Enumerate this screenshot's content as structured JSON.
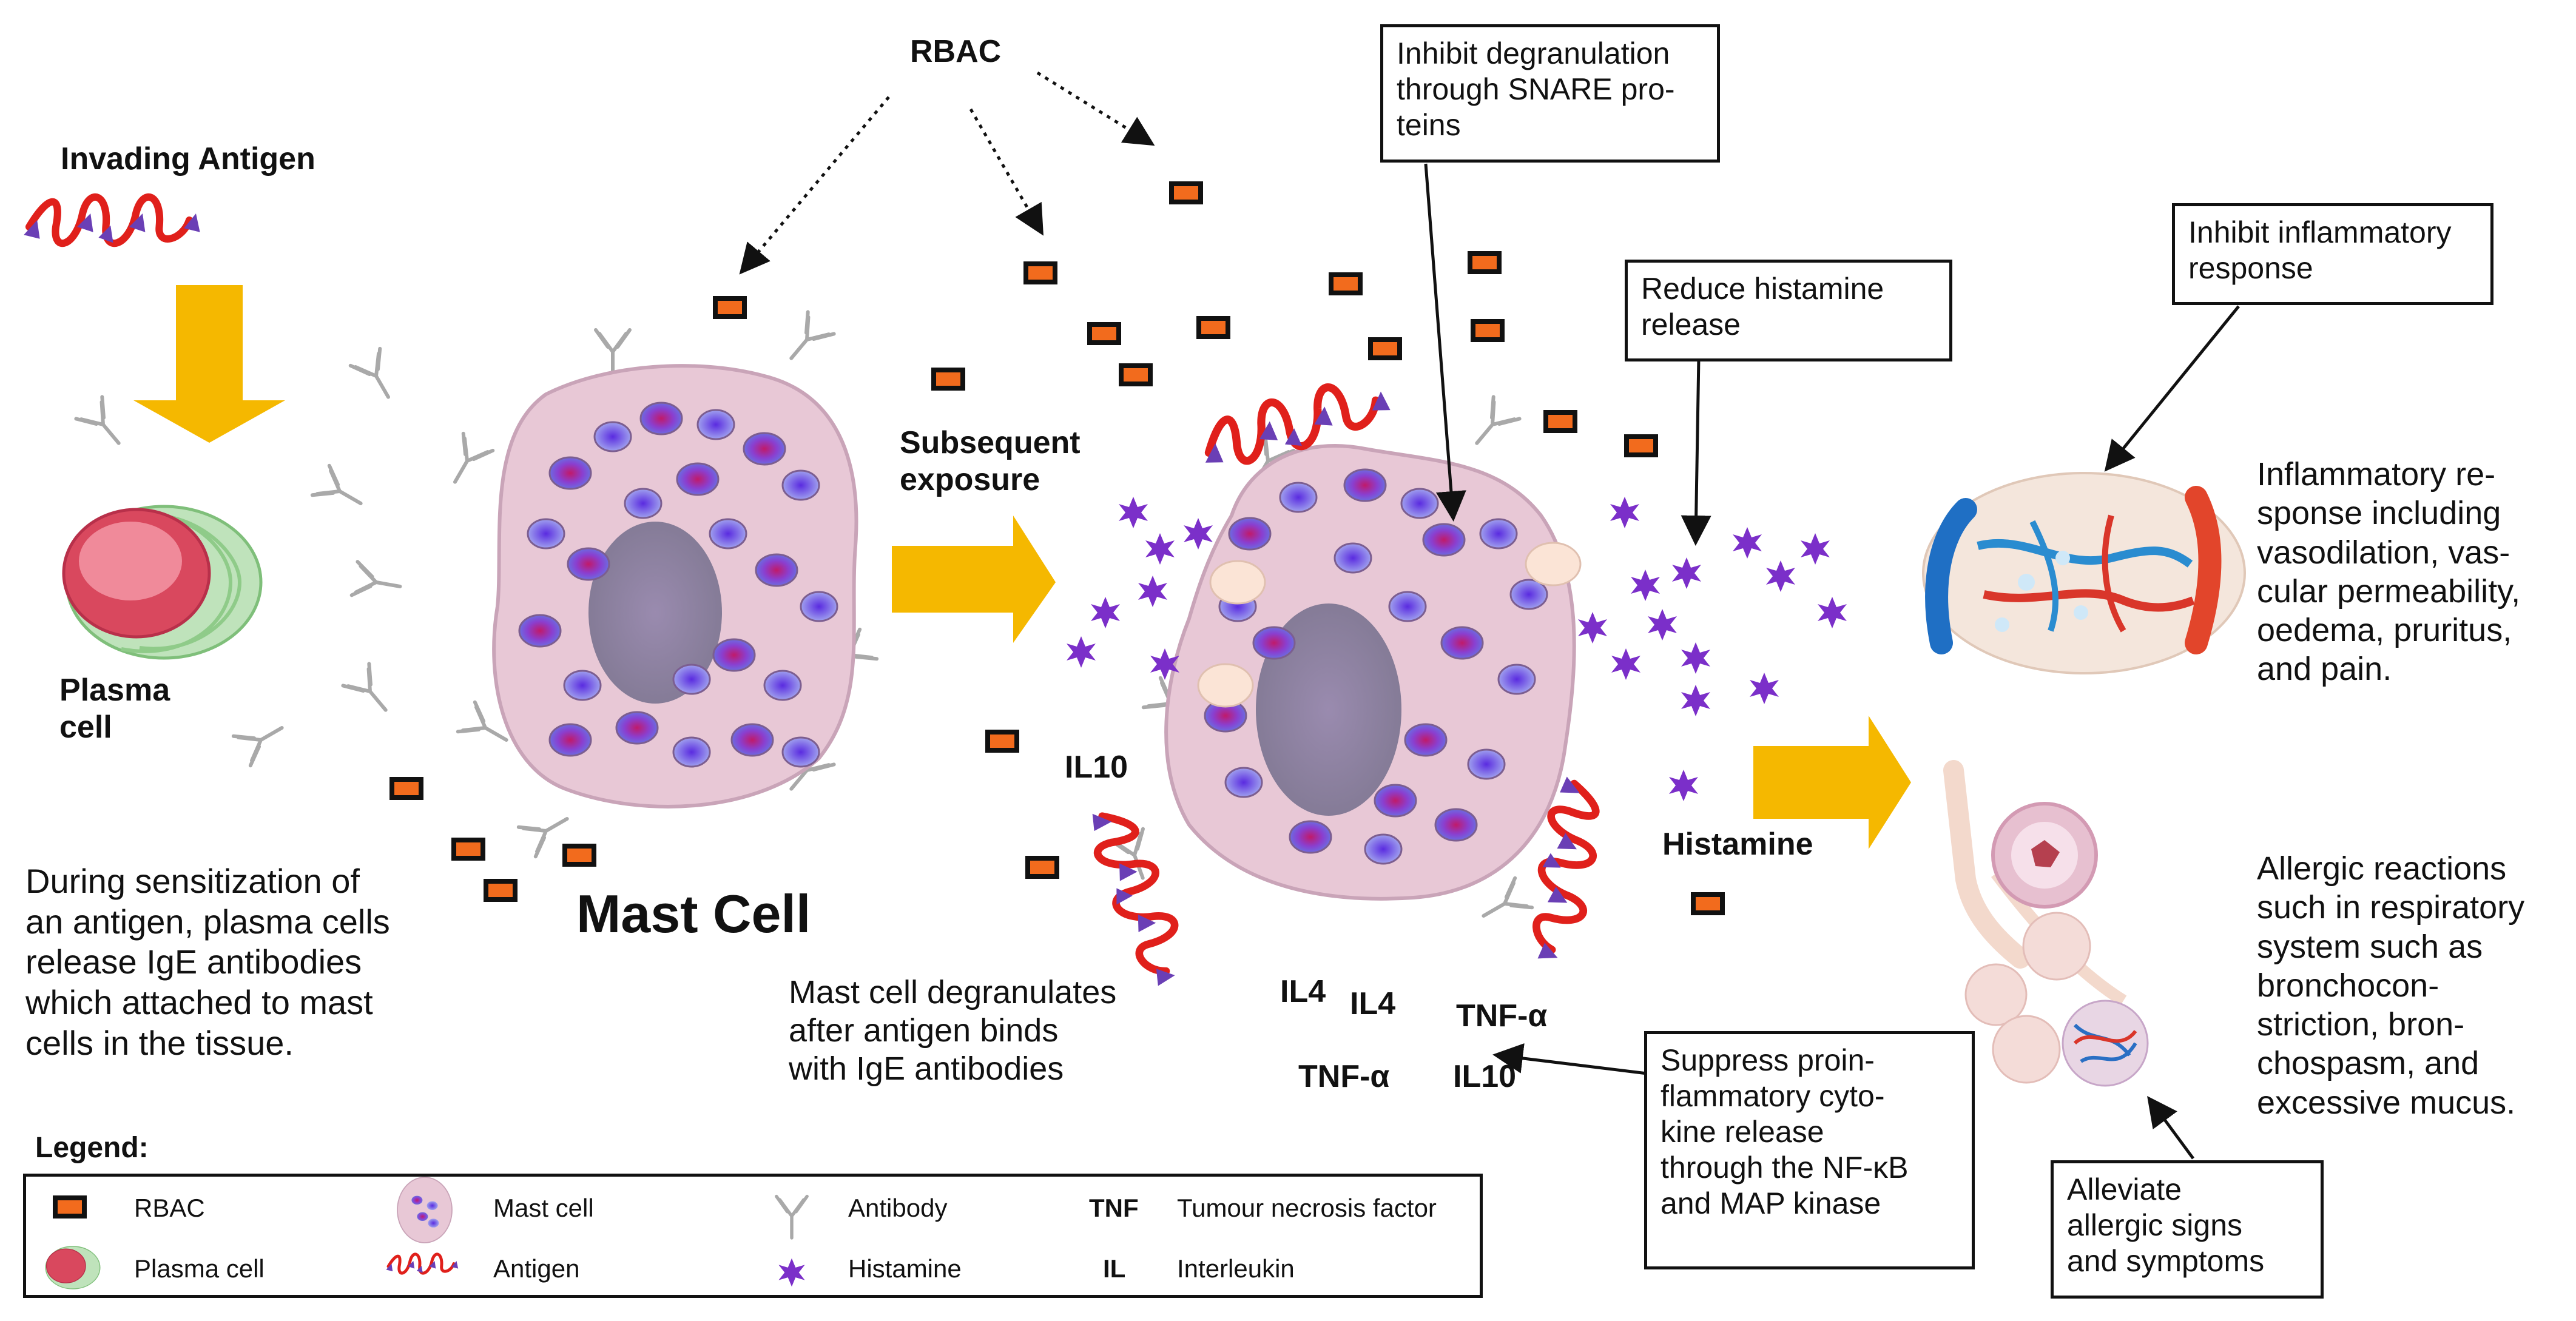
{
  "labels": {
    "rbac": "RBAC",
    "invading_antigen": "Invading Antigen",
    "plasma_cell": "Plasma\ncell",
    "mast_cell": "Mast Cell",
    "subsequent_exposure": "Subsequent\nexposure",
    "il10_left": "IL10",
    "histamine": "Histamine",
    "il4_a": "IL4",
    "il4_b": "IL4",
    "tnf_a_1": "TNF-α",
    "tnf_a_2": "TNF-α",
    "il10_bottom": "IL10"
  },
  "paragraphs": {
    "sensitization": "During sensitization of\nan antigen, plasma cells\nrelease IgE antibodies\nwhich attached to mast\ncells in the tissue.",
    "degranulates": "Mast cell degranulates\nafter antigen binds\nwith IgE antibodies",
    "inflammatory": "Inflammatory re-\nsponse including\nvasodilation, vas-\ncular permeability,\noedema, pruritus,\nand pain.",
    "allergic": "Allergic reactions\nsuch in respiratory\nsystem such as\nbronchocon-\nstriction, bron-\nchospasm, and\nexcessive mucus."
  },
  "boxes": {
    "snare": "Inhibit  degranulation\nthrough SNARE pro-\nteins",
    "histamine_release": "Reduce histamine\nrelease",
    "inflammatory": "Inhibit inflammatory\nresponse",
    "cytokine": "Suppress proin-\nflammatory cyto-\nkine release\nthrough  the NF-κB\nand MAP kinase",
    "allergic": "Alleviate\nallergic signs\nand symptoms"
  },
  "legend": {
    "title": "Legend:",
    "items": {
      "rbac": "RBAC",
      "plasma_cell": "Plasma cell",
      "mast_cell": "Mast cell",
      "antigen": "Antigen",
      "antibody": "Antibody",
      "histamine": "Histamine",
      "tnf_abbr": "TNF",
      "tnf_full": "Tumour necrosis factor",
      "il_abbr": "IL",
      "il_full": "Interleukin"
    }
  },
  "colors": {
    "arrow": "#F5B800",
    "rbac_fill": "#F26B1D",
    "antigen_red": "#E0201B",
    "antigen_tip": "#6A3FB5",
    "histamine": "#7B2FC9",
    "histamine_light": "#B23DD9",
    "cell_membrane": "#E9C9D6",
    "vein": "#1F6FC4",
    "artery": "#E2452B",
    "plasma_green": "#A9D7A4",
    "plasma_red": "#E05A6B"
  }
}
